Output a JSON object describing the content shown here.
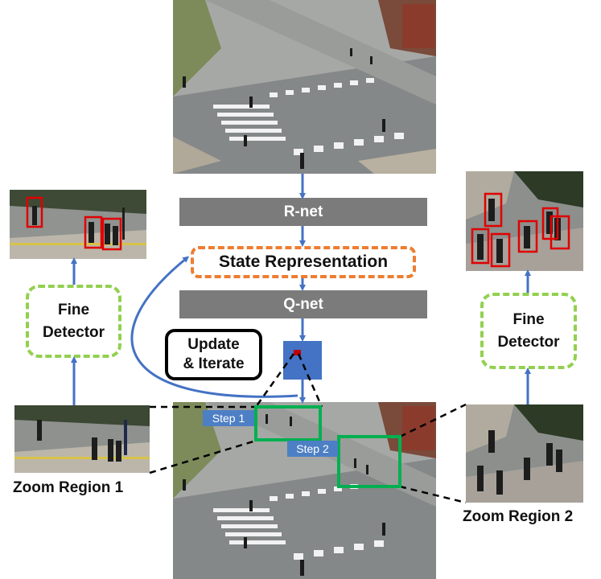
{
  "modules": {
    "r_net": "R-net",
    "state": "State Representation",
    "q_net": "Q-net",
    "update_line1": "Update",
    "update_line2": "& Iterate",
    "fine_detector_line1": "Fine",
    "fine_detector_line2": "Detector"
  },
  "steps": [
    "Step 1",
    "Step 2"
  ],
  "captions": {
    "zoom1": "Zoom Region 1",
    "zoom2": "Zoom Region 2"
  },
  "colors": {
    "arrow": "#4472c4",
    "bar": "#7b7b7b",
    "state_border": "#ed7d31",
    "fine_border": "#92d050",
    "step_box": "#00b050",
    "detection_box": "#e00000",
    "action_square": "#4472c4",
    "action_marker": "#c00000"
  }
}
